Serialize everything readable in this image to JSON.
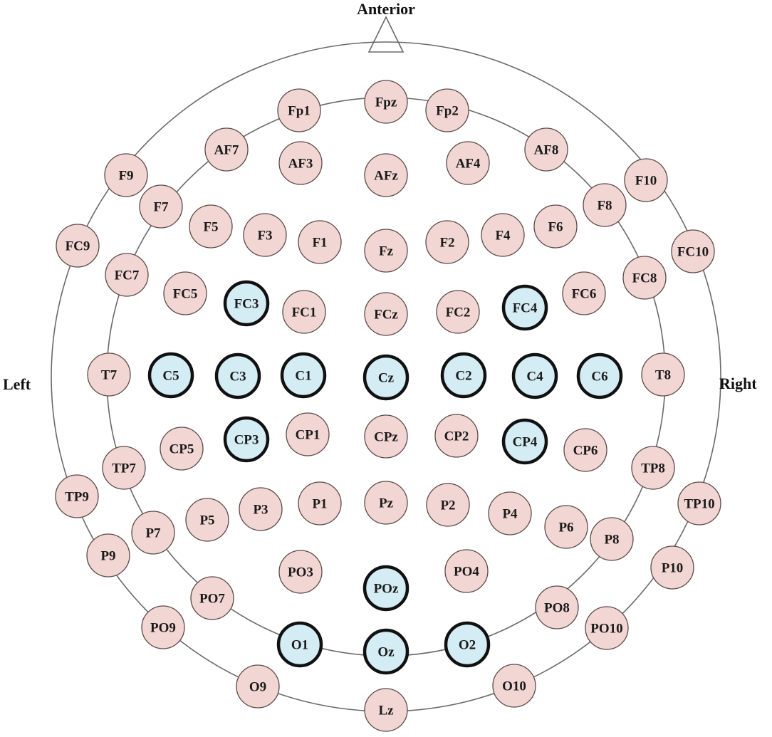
{
  "labels": {
    "anterior": "Anterior",
    "left": "Left",
    "right": "Right"
  },
  "colors": {
    "normal_fill": "#f2d6d3",
    "normal_stroke": "#5a4a48",
    "selected_fill": "#d4ecf3",
    "selected_stroke": "#111111",
    "ring_stroke": "#6a6a6a"
  },
  "electrodes": [
    {
      "name": "Fpz",
      "highlighted": false
    },
    {
      "name": "Fp1",
      "highlighted": false
    },
    {
      "name": "Fp2",
      "highlighted": false
    },
    {
      "name": "AF7",
      "highlighted": false
    },
    {
      "name": "AF3",
      "highlighted": false
    },
    {
      "name": "AFz",
      "highlighted": false
    },
    {
      "name": "AF4",
      "highlighted": false
    },
    {
      "name": "AF8",
      "highlighted": false
    },
    {
      "name": "F9",
      "highlighted": false
    },
    {
      "name": "F10",
      "highlighted": false
    },
    {
      "name": "F7",
      "highlighted": false
    },
    {
      "name": "F8",
      "highlighted": false
    },
    {
      "name": "F5",
      "highlighted": false
    },
    {
      "name": "F3",
      "highlighted": false
    },
    {
      "name": "F1",
      "highlighted": false
    },
    {
      "name": "Fz",
      "highlighted": false
    },
    {
      "name": "F2",
      "highlighted": false
    },
    {
      "name": "F4",
      "highlighted": false
    },
    {
      "name": "F6",
      "highlighted": false
    },
    {
      "name": "FC9",
      "highlighted": false
    },
    {
      "name": "FC10",
      "highlighted": false
    },
    {
      "name": "FC7",
      "highlighted": false
    },
    {
      "name": "FC8",
      "highlighted": false
    },
    {
      "name": "FC5",
      "highlighted": false
    },
    {
      "name": "FC3",
      "highlighted": true
    },
    {
      "name": "FC1",
      "highlighted": false
    },
    {
      "name": "FCz",
      "highlighted": false
    },
    {
      "name": "FC2",
      "highlighted": false
    },
    {
      "name": "FC4",
      "highlighted": true
    },
    {
      "name": "FC6",
      "highlighted": false
    },
    {
      "name": "T7",
      "highlighted": false
    },
    {
      "name": "C5",
      "highlighted": true
    },
    {
      "name": "C3",
      "highlighted": true
    },
    {
      "name": "C1",
      "highlighted": true
    },
    {
      "name": "Cz",
      "highlighted": true
    },
    {
      "name": "C2",
      "highlighted": true
    },
    {
      "name": "C4",
      "highlighted": true
    },
    {
      "name": "C6",
      "highlighted": true
    },
    {
      "name": "T8",
      "highlighted": false
    },
    {
      "name": "CP5",
      "highlighted": false
    },
    {
      "name": "CP3",
      "highlighted": true
    },
    {
      "name": "CP1",
      "highlighted": false
    },
    {
      "name": "CPz",
      "highlighted": false
    },
    {
      "name": "CP2",
      "highlighted": false
    },
    {
      "name": "CP4",
      "highlighted": true
    },
    {
      "name": "CP6",
      "highlighted": false
    },
    {
      "name": "TP7",
      "highlighted": false
    },
    {
      "name": "TP8",
      "highlighted": false
    },
    {
      "name": "TP9",
      "highlighted": false
    },
    {
      "name": "TP10",
      "highlighted": false
    },
    {
      "name": "P7",
      "highlighted": false
    },
    {
      "name": "P5",
      "highlighted": false
    },
    {
      "name": "P3",
      "highlighted": false
    },
    {
      "name": "P1",
      "highlighted": false
    },
    {
      "name": "Pz",
      "highlighted": false
    },
    {
      "name": "P2",
      "highlighted": false
    },
    {
      "name": "P4",
      "highlighted": false
    },
    {
      "name": "P6",
      "highlighted": false
    },
    {
      "name": "P8",
      "highlighted": false
    },
    {
      "name": "P9",
      "highlighted": false
    },
    {
      "name": "P10",
      "highlighted": false
    },
    {
      "name": "PO7",
      "highlighted": false
    },
    {
      "name": "PO3",
      "highlighted": false
    },
    {
      "name": "POz",
      "highlighted": true
    },
    {
      "name": "PO4",
      "highlighted": false
    },
    {
      "name": "PO8",
      "highlighted": false
    },
    {
      "name": "PO9",
      "highlighted": false
    },
    {
      "name": "PO10",
      "highlighted": false
    },
    {
      "name": "O1",
      "highlighted": true
    },
    {
      "name": "Oz",
      "highlighted": true
    },
    {
      "name": "O2",
      "highlighted": true
    },
    {
      "name": "O9",
      "highlighted": false
    },
    {
      "name": "O10",
      "highlighted": false
    },
    {
      "name": "Lz",
      "highlighted": false
    }
  ]
}
